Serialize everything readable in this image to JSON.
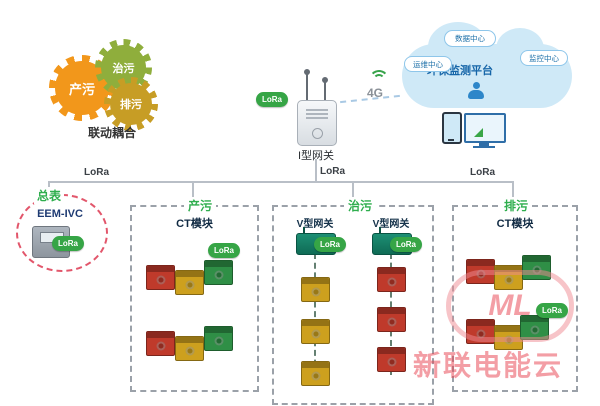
{
  "diagram": {
    "gears": {
      "gear1": "产污",
      "gear2": "治污",
      "gear3": "排污",
      "caption": "联动耦合"
    },
    "gateway": {
      "label": "I型网关",
      "signal": "4G"
    },
    "lora": "LoRa",
    "cloud": {
      "title": "环保监测平台",
      "node_top": "数据中心",
      "node_left": "运维中心",
      "node_right": "监控中心"
    },
    "meter": {
      "label": "总表",
      "model": "EEM-IVC"
    },
    "sections": {
      "produce": {
        "title": "产污",
        "module_label": "CT模块"
      },
      "treat": {
        "title": "治污",
        "gateway_label": "V型网关"
      },
      "discharge": {
        "title": "排污",
        "module_label": "CT模块"
      }
    },
    "watermark": {
      "logo": "ML",
      "text": "新联电能云"
    },
    "colors": {
      "lora_green": "#36a546",
      "module_red": "#bf3a2b",
      "module_yellow": "#cda01e",
      "module_green": "#2f8f46",
      "gear_orange": "#f2971b",
      "gear_green": "#8fae3c",
      "gear_yellow": "#c79d25",
      "cloud_blue": "#cfe9f7",
      "accent_red": "#e8404e",
      "section_label_green": "#2fae4e"
    }
  }
}
